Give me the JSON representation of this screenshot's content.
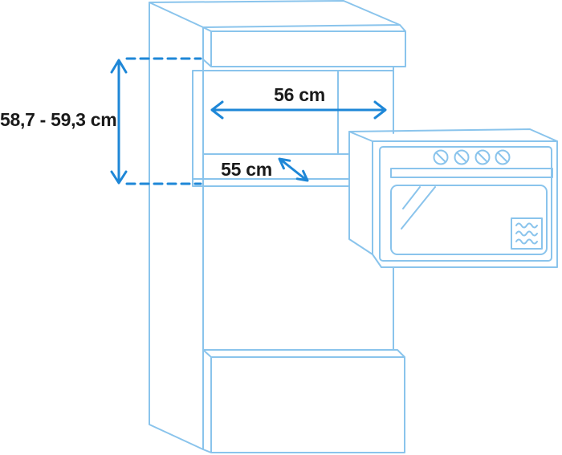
{
  "diagram": {
    "dimensions": {
      "height_range": "58,7 - 59,3 cm",
      "width": "56 cm",
      "depth": "55 cm"
    },
    "oven": {
      "knob_count": 4,
      "knob_icon": "circle-with-diagonal-slash",
      "door_symbol": "three-wavy-lines-in-square"
    },
    "colors": {
      "outline": "#8AC4EC",
      "dimension": "#1E87D7",
      "label_text": "#1A1A1A",
      "background": "#FFFFFF"
    }
  }
}
